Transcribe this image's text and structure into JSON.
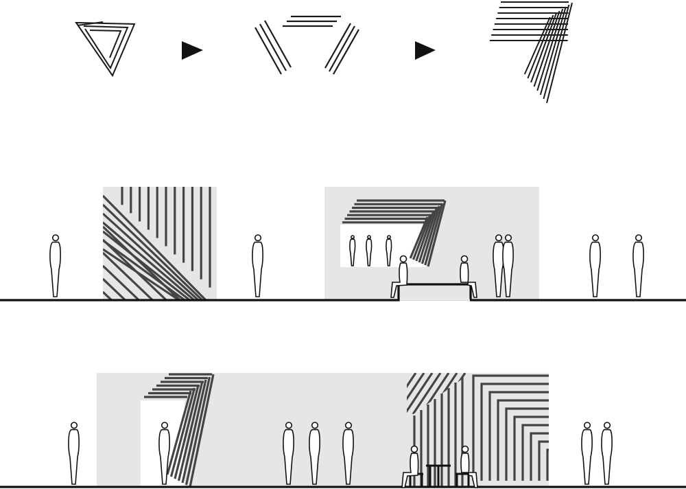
{
  "diagram": {
    "stages": [
      "triangle-symbol",
      "split-strokes",
      "extruded-corner"
    ],
    "arrows": 2,
    "elevations": [
      {
        "name": "elevation-1",
        "figures": 7,
        "seated": 2
      },
      {
        "name": "elevation-2",
        "figures": 10,
        "seated": 2
      }
    ]
  },
  "colors": {
    "ink": "#1a1a1a",
    "panel": "#e6e6e6",
    "background": "#ffffff",
    "stripe": "#444444"
  }
}
